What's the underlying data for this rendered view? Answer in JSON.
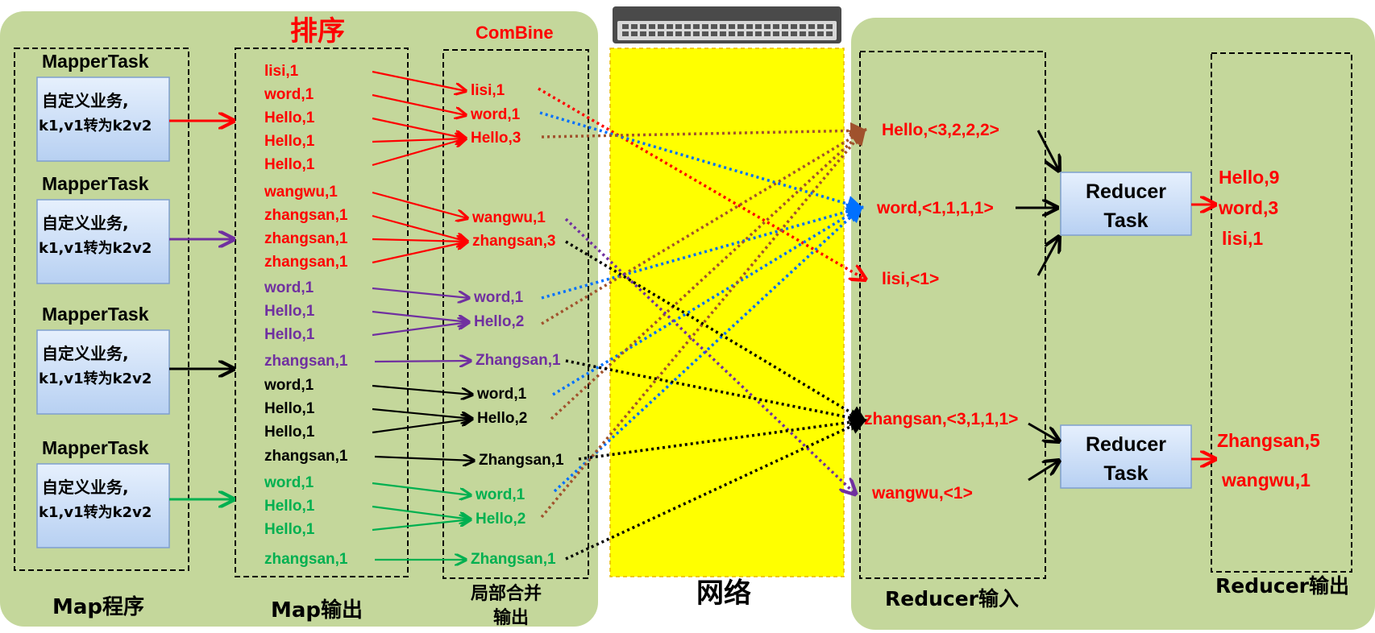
{
  "colors": {
    "panel_bg": "#c4d79b",
    "red": "#ff0000",
    "purple": "#7030a0",
    "black": "#000000",
    "green": "#00b050",
    "blue": "#0070ff",
    "brown": "#a0522d",
    "network": "#ffff00",
    "task_box": "#cfe2fb"
  },
  "labels": {
    "sort_title": "排序",
    "combine_title": "ComBine",
    "map_program": "Map程序",
    "map_output": "Map输出",
    "local_merge_line1": "局部合并",
    "local_merge_line2": "输出",
    "network": "网络",
    "reducer_input": "Reducer输入",
    "reducer_output": "Reducer输出"
  },
  "mappers": [
    {
      "title": "MapperTask",
      "line1": "自定义业务,",
      "line2": "k1,v1转为k2v2",
      "color": "red"
    },
    {
      "title": "MapperTask",
      "line1": "自定义业务,",
      "line2": "k1,v1转为k2v2",
      "color": "purple"
    },
    {
      "title": "MapperTask",
      "line1": "自定义业务,",
      "line2": "k1,v1转为k2v2",
      "color": "black"
    },
    {
      "title": "MapperTask",
      "line1": "自定义业务,",
      "line2": "k1,v1转为k2v2",
      "color": "green"
    }
  ],
  "map_output": [
    {
      "text": "lisi,1",
      "color": "red"
    },
    {
      "text": "word,1",
      "color": "red"
    },
    {
      "text": "Hello,1",
      "color": "red"
    },
    {
      "text": "Hello,1",
      "color": "red"
    },
    {
      "text": "Hello,1",
      "color": "red"
    },
    {
      "text": "wangwu,1",
      "color": "red"
    },
    {
      "text": "zhangsan,1",
      "color": "red"
    },
    {
      "text": "zhangsan,1",
      "color": "red"
    },
    {
      "text": "zhangsan,1",
      "color": "red"
    },
    {
      "text": "word,1",
      "color": "purple"
    },
    {
      "text": "Hello,1",
      "color": "purple"
    },
    {
      "text": "Hello,1",
      "color": "purple"
    },
    {
      "text": "zhangsan,1",
      "color": "purple"
    },
    {
      "text": "word,1",
      "color": "black"
    },
    {
      "text": "Hello,1",
      "color": "black"
    },
    {
      "text": "Hello,1",
      "color": "black"
    },
    {
      "text": "zhangsan,1",
      "color": "black"
    },
    {
      "text": "word,1",
      "color": "green"
    },
    {
      "text": "Hello,1",
      "color": "green"
    },
    {
      "text": "Hello,1",
      "color": "green"
    },
    {
      "text": "zhangsan,1",
      "color": "green"
    }
  ],
  "combine_output": [
    {
      "text": "lisi,1",
      "color": "red"
    },
    {
      "text": "word,1",
      "color": "red"
    },
    {
      "text": "Hello,3",
      "color": "red"
    },
    {
      "text": "wangwu,1",
      "color": "red"
    },
    {
      "text": "zhangsan,3",
      "color": "red"
    },
    {
      "text": "word,1",
      "color": "purple"
    },
    {
      "text": "Hello,2",
      "color": "purple"
    },
    {
      "text": "Zhangsan,1",
      "color": "purple"
    },
    {
      "text": "word,1",
      "color": "black"
    },
    {
      "text": "Hello,2",
      "color": "black"
    },
    {
      "text": "Zhangsan,1",
      "color": "black"
    },
    {
      "text": "word,1",
      "color": "green"
    },
    {
      "text": "Hello,2",
      "color": "green"
    },
    {
      "text": "Zhangsan,1",
      "color": "green"
    }
  ],
  "reducer_input": [
    {
      "text": "Hello,<3,2,2,2>",
      "color": "red"
    },
    {
      "text": "word,<1,1,1,1>",
      "color": "red"
    },
    {
      "text": "lisi,<1>",
      "color": "red"
    },
    {
      "text": "zhangsan,<3,1,1,1>",
      "color": "red"
    },
    {
      "text": "wangwu,<1>",
      "color": "red"
    }
  ],
  "reducers": [
    {
      "line1": "Reducer",
      "line2": "Task"
    },
    {
      "line1": "Reducer",
      "line2": "Task"
    }
  ],
  "reducer_output": [
    {
      "text": "Hello,9",
      "color": "red"
    },
    {
      "text": "word,3",
      "color": "red"
    },
    {
      "text": "lisi,1",
      "color": "red"
    },
    {
      "text": "Zhangsan,5",
      "color": "red"
    },
    {
      "text": "wangwu,1",
      "color": "red"
    }
  ]
}
